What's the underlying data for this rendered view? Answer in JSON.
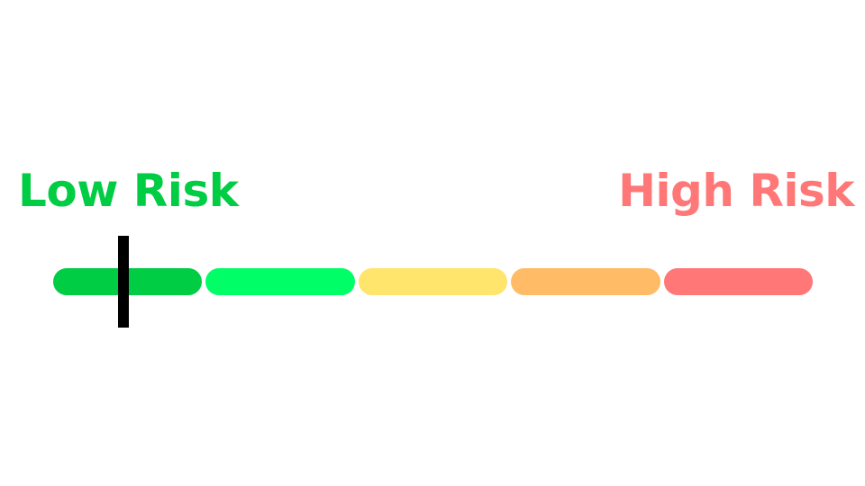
{
  "labels": {
    "low": "Low Risk",
    "high": "High Risk"
  },
  "colors": {
    "low_label": "#00cc44",
    "high_label": "#ff7777",
    "marker": "#000000"
  },
  "scale": {
    "segments": [
      {
        "color": "#00cc44"
      },
      {
        "color": "#00ff66"
      },
      {
        "color": "#ffe56b"
      },
      {
        "color": "#ffbb66"
      },
      {
        "color": "#ff7777"
      }
    ],
    "marker_fraction": 0.092
  }
}
